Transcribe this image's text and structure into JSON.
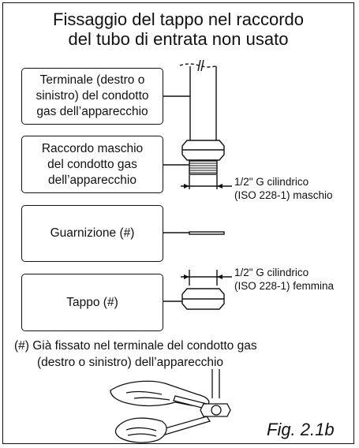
{
  "title": {
    "line1": "Fissaggio del tappo nel raccordo",
    "line2": "del tubo di entrata non usato"
  },
  "callouts": {
    "terminal": {
      "line1": "Terminale (destro o",
      "line2": "sinistro) del condotto",
      "line3": "gas dell’apparecchio"
    },
    "male_fitting": {
      "line1": "Raccordo maschio",
      "line2": "del condotto gas",
      "line3": "dell’apparecchio"
    },
    "gasket": {
      "text": "Guarnizione (#)"
    },
    "cap": {
      "text": "Tappo (#)"
    }
  },
  "dimensions": {
    "male": {
      "line1": "1/2\" G cilindrico",
      "line2": "(ISO 228-1) maschio"
    },
    "female": {
      "line1": "1/2\" G cilindrico",
      "line2": "(ISO 228-1) femmina"
    }
  },
  "footnote": {
    "line1": "(#) Già fissato nel terminale del condotto gas",
    "line2": "(destro o sinistro) dell’apparecchio"
  },
  "figure_label": "Fig. 2.1b",
  "colors": {
    "ink": "#111111",
    "background": "#ffffff"
  }
}
